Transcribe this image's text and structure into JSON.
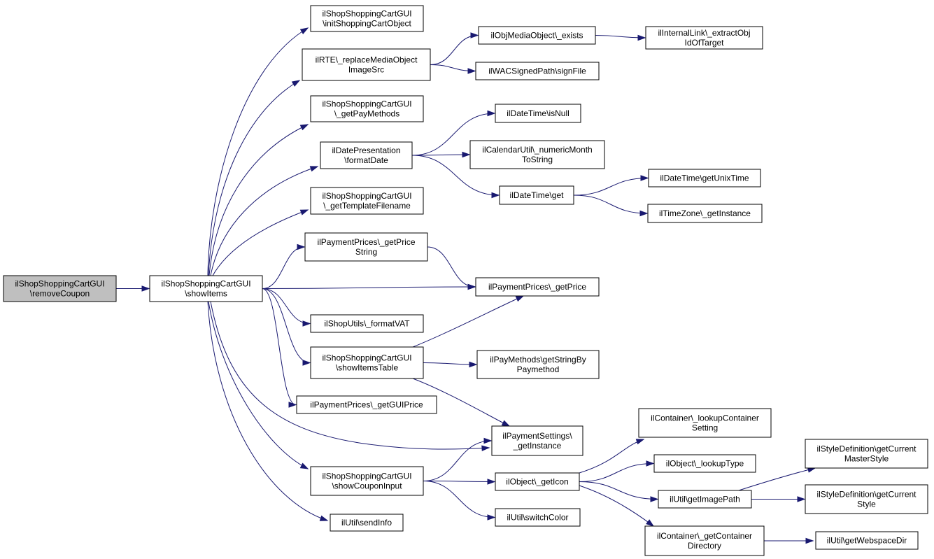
{
  "colors": {
    "edge": "#191970",
    "node_fill": "#ffffff",
    "root_fill": "#bfbfbf",
    "border": "#000000"
  },
  "nodes": [
    {
      "id": "removeCoupon",
      "lines": [
        "ilShopShoppingCartGUI",
        "\\removeCoupon"
      ],
      "root": true
    },
    {
      "id": "showItems",
      "lines": [
        "ilShopShoppingCartGUI",
        "\\showItems"
      ]
    },
    {
      "id": "initShoppingCartObject",
      "lines": [
        "ilShopShoppingCartGUI",
        "\\initShoppingCartObject"
      ]
    },
    {
      "id": "replaceMediaObjectImageSrc",
      "lines": [
        "ilRTE\\_replaceMediaObject",
        "ImageSrc"
      ]
    },
    {
      "id": "getPayMethods",
      "lines": [
        "ilShopShoppingCartGUI",
        "\\_getPayMethods"
      ]
    },
    {
      "id": "formatDate",
      "lines": [
        "ilDatePresentation",
        "\\formatDate"
      ]
    },
    {
      "id": "getTemplateFilename",
      "lines": [
        "ilShopShoppingCartGUI",
        "\\_getTemplateFilename"
      ]
    },
    {
      "id": "getPriceString",
      "lines": [
        "ilPaymentPrices\\_getPrice",
        "String"
      ]
    },
    {
      "id": "formatVAT",
      "lines": [
        "ilShopUtils\\_formatVAT"
      ]
    },
    {
      "id": "showItemsTable",
      "lines": [
        "ilShopShoppingCartGUI",
        "\\showItemsTable"
      ]
    },
    {
      "id": "getGUIPrice",
      "lines": [
        "ilPaymentPrices\\_getGUIPrice"
      ]
    },
    {
      "id": "showCouponInput",
      "lines": [
        "ilShopShoppingCartGUI",
        "\\showCouponInput"
      ]
    },
    {
      "id": "sendInfo",
      "lines": [
        "ilUtil\\sendInfo"
      ]
    },
    {
      "id": "objMediaExists",
      "lines": [
        "ilObjMediaObject\\_exists"
      ]
    },
    {
      "id": "signFile",
      "lines": [
        "ilWACSignedPath\\signFile"
      ]
    },
    {
      "id": "extractObjIdOfTarget",
      "lines": [
        "ilInternalLink\\_extractObj",
        "IdOfTarget"
      ]
    },
    {
      "id": "isNull",
      "lines": [
        "ilDateTime\\isNull"
      ]
    },
    {
      "id": "numericMonthToString",
      "lines": [
        "ilCalendarUtil\\_numericMonth",
        "ToString"
      ]
    },
    {
      "id": "dateTimeGet",
      "lines": [
        "ilDateTime\\get"
      ]
    },
    {
      "id": "getUnixTime",
      "lines": [
        "ilDateTime\\getUnixTime"
      ]
    },
    {
      "id": "timeZoneGetInstance",
      "lines": [
        "ilTimeZone\\_getInstance"
      ]
    },
    {
      "id": "getPrice",
      "lines": [
        "ilPaymentPrices\\_getPrice"
      ]
    },
    {
      "id": "getStringByPaymethod",
      "lines": [
        "ilPayMethods\\getStringBy",
        "Paymethod"
      ]
    },
    {
      "id": "paymentSettingsGetInstance",
      "lines": [
        "ilPaymentSettings\\",
        "_getInstance"
      ]
    },
    {
      "id": "objectGetIcon",
      "lines": [
        "ilObject\\_getIcon"
      ]
    },
    {
      "id": "switchColor",
      "lines": [
        "ilUtil\\switchColor"
      ]
    },
    {
      "id": "lookupContainerSetting",
      "lines": [
        "ilContainer\\_lookupContainer",
        "Setting"
      ]
    },
    {
      "id": "lookupType",
      "lines": [
        "ilObject\\_lookupType"
      ]
    },
    {
      "id": "getImagePath",
      "lines": [
        "ilUtil\\getImagePath"
      ]
    },
    {
      "id": "getContainerDirectory",
      "lines": [
        "ilContainer\\_getContainer",
        "Directory"
      ]
    },
    {
      "id": "getCurrentMasterStyle",
      "lines": [
        "ilStyleDefinition\\getCurrent",
        "MasterStyle"
      ]
    },
    {
      "id": "getCurrentStyle",
      "lines": [
        "ilStyleDefinition\\getCurrent",
        "Style"
      ]
    },
    {
      "id": "getWebspaceDir",
      "lines": [
        "ilUtil\\getWebspaceDir"
      ]
    }
  ],
  "edges": [
    [
      "removeCoupon",
      "showItems"
    ],
    [
      "showItems",
      "initShoppingCartObject"
    ],
    [
      "showItems",
      "replaceMediaObjectImageSrc"
    ],
    [
      "showItems",
      "getPayMethods"
    ],
    [
      "showItems",
      "formatDate"
    ],
    [
      "showItems",
      "getTemplateFilename"
    ],
    [
      "showItems",
      "getPriceString"
    ],
    [
      "showItems",
      "getPrice"
    ],
    [
      "showItems",
      "formatVAT"
    ],
    [
      "showItems",
      "showItemsTable"
    ],
    [
      "showItems",
      "getGUIPrice"
    ],
    [
      "showItems",
      "paymentSettingsGetInstance"
    ],
    [
      "showItems",
      "showCouponInput"
    ],
    [
      "showItems",
      "sendInfo"
    ],
    [
      "replaceMediaObjectImageSrc",
      "objMediaExists"
    ],
    [
      "replaceMediaObjectImageSrc",
      "signFile"
    ],
    [
      "objMediaExists",
      "extractObjIdOfTarget"
    ],
    [
      "formatDate",
      "isNull"
    ],
    [
      "formatDate",
      "numericMonthToString"
    ],
    [
      "formatDate",
      "dateTimeGet"
    ],
    [
      "dateTimeGet",
      "getUnixTime"
    ],
    [
      "dateTimeGet",
      "timeZoneGetInstance"
    ],
    [
      "getPriceString",
      "getPrice"
    ],
    [
      "showItemsTable",
      "getPrice"
    ],
    [
      "showItemsTable",
      "getStringByPaymethod"
    ],
    [
      "showItemsTable",
      "paymentSettingsGetInstance"
    ],
    [
      "showCouponInput",
      "paymentSettingsGetInstance"
    ],
    [
      "showCouponInput",
      "objectGetIcon"
    ],
    [
      "showCouponInput",
      "switchColor"
    ],
    [
      "objectGetIcon",
      "lookupContainerSetting"
    ],
    [
      "objectGetIcon",
      "lookupType"
    ],
    [
      "objectGetIcon",
      "getImagePath"
    ],
    [
      "objectGetIcon",
      "getContainerDirectory"
    ],
    [
      "getImagePath",
      "getCurrentMasterStyle"
    ],
    [
      "getImagePath",
      "getCurrentStyle"
    ],
    [
      "getContainerDirectory",
      "getWebspaceDir"
    ]
  ]
}
